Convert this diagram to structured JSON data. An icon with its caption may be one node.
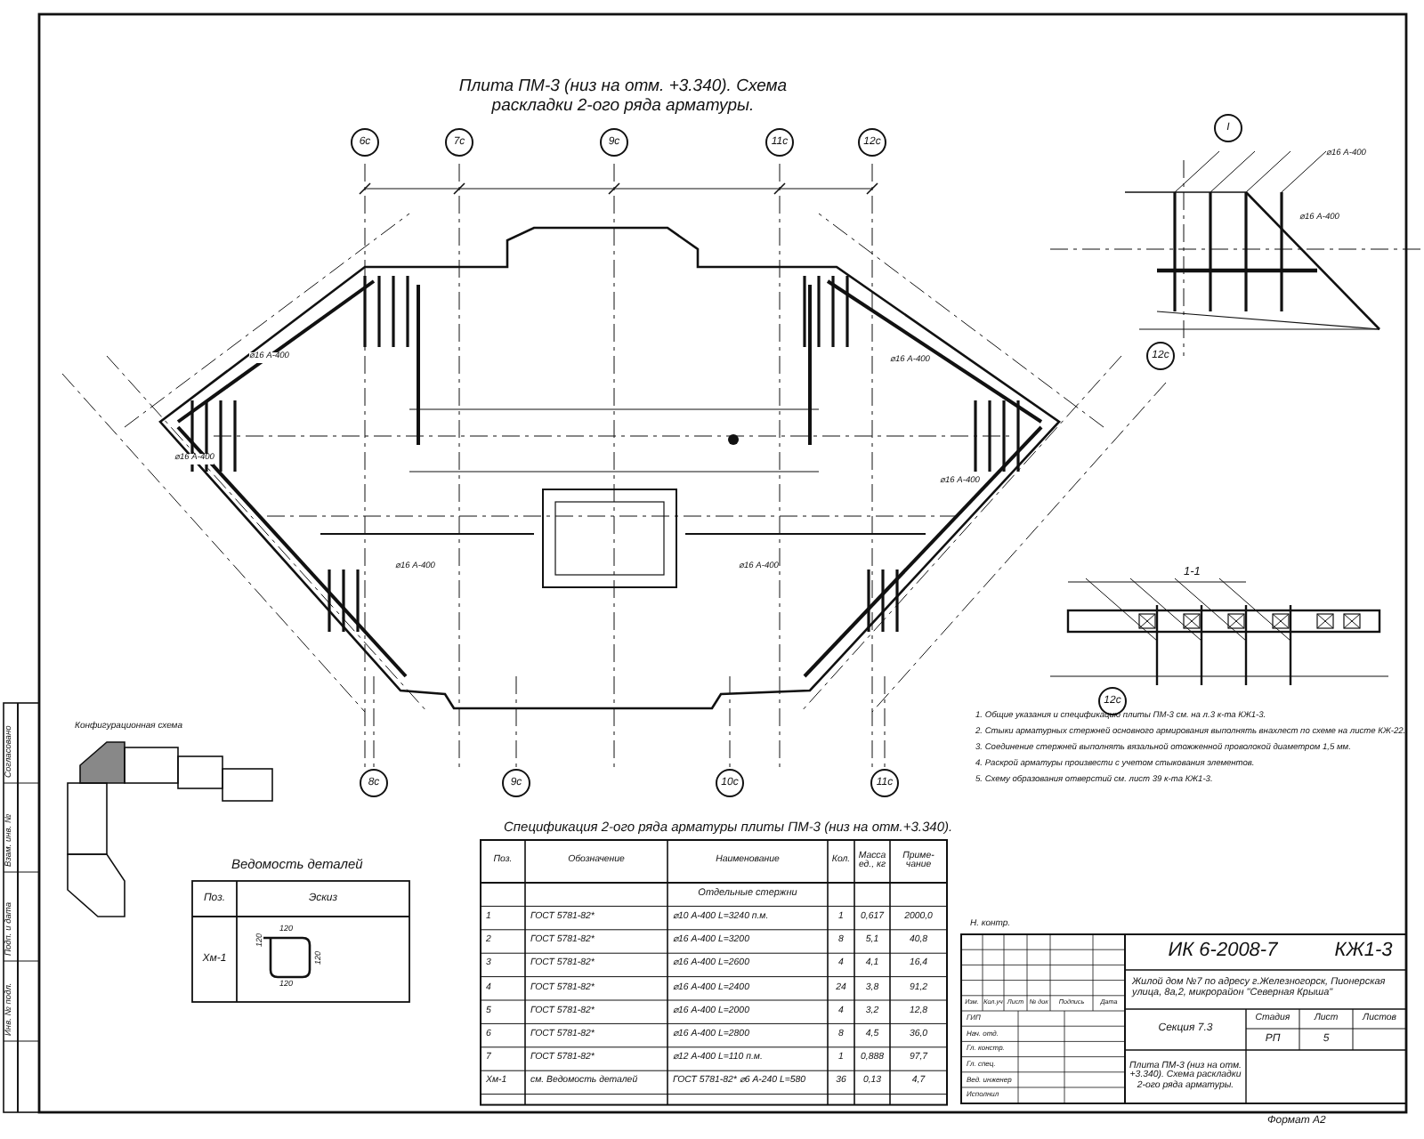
{
  "diagram": {
    "title": "Плита ПМ-3 (низ на отм. +3.340). Схема раскладки 2-ого ряда арматуры.",
    "nodes": [
      {
        "text": [
          "6с"
        ]
      },
      {
        "text": [
          "7с"
        ]
      },
      {
        "text": [
          "9с"
        ]
      },
      {
        "text": [
          "11с"
        ]
      },
      {
        "text": [
          "12с"
        ]
      },
      {
        "text": [
          "8с"
        ]
      },
      {
        "text": [
          "9с"
        ]
      },
      {
        "text": [
          "10с"
        ]
      },
      {
        "text": [
          "11с"
        ]
      },
      {
        "text": [
          "I"
        ]
      },
      {
        "text": [
          "12с"
        ]
      },
      {
        "text": [
          "12с"
        ]
      }
    ],
    "labels": [
      "Спецификация 2-ого ряда арматуры плиты ПМ-3 (низ на отм.+3.340).",
      "Поз.",
      "Обозначение",
      "Наименование",
      "Кол.",
      "Масса ед., кг",
      "Приме-чание",
      "Отдельные стержни",
      "1",
      "ГОСТ 5781-82*",
      "⌀10 А-400 L=3240 п.м.",
      "1",
      "0,617",
      "2000,0",
      "2",
      "ГОСТ 5781-82*",
      "⌀16 А-400 L=3200",
      "8",
      "5,1",
      "40,8",
      "3",
      "ГОСТ 5781-82*",
      "⌀16 А-400 L=2600",
      "4",
      "4,1",
      "16,4",
      "4",
      "ГОСТ 5781-82*",
      "⌀16 А-400 L=2400",
      "24",
      "3,8",
      "91,2",
      "5",
      "ГОСТ 5781-82*",
      "⌀16 А-400 L=2000",
      "4",
      "3,2",
      "12,8",
      "6",
      "ГОСТ 5781-82*",
      "⌀16 А-400 L=2800",
      "8",
      "4,5",
      "36,0",
      "7",
      "ГОСТ 5781-82*",
      "⌀12 А-400 L=110 п.м.",
      "1",
      "0,888",
      "97,7",
      "Хм-1",
      "см. Ведомость деталей",
      "ГОСТ 5781-82* ⌀6 А-240 L=580",
      "36",
      "0,13",
      "4,7",
      "Ведомость деталей",
      "Поз.",
      "Эскиз",
      "Хм-1",
      "120",
      "120",
      "120",
      "120",
      "Конфигурационная схема",
      "1. Общие указания и спецификацию плиты ПМ-3 см. на л.3 к-та КЖ1-3.",
      "2. Стыки арматурных стержней основного армирования выполнять внахлест по схеме на листе КЖ-22.",
      "3. Соединение стержней выполнять вязальной отожженной проволокой диаметром 1,5 мм.",
      "4. Раскрой арматуры произвести с учетом стыкования элементов.",
      "5. Схему образования отверстий см. лист 39 к-та КЖ1-3.",
      "ИК 6-2008-7",
      "КЖ1-3",
      "Жилой дом №7 по адресу г.Железногорск, Пионерская улица, 8а,2, микрорайон \"Северная Крыша\"",
      "Секция 7.3",
      "Стадия",
      "Лист",
      "Листов",
      "РП",
      "5",
      "Плита ПМ-3 (низ на отм. +3.340). Схема раскладки 2-ого ряда арматуры.",
      "Формат А2",
      "Изм.",
      "Кол.уч",
      "Лист",
      "№ док",
      "Подпись",
      "Дата",
      "Н. контр.",
      "ГИП",
      "Нач. отд.",
      "Гл. констр.",
      "Гл. спец.",
      "Вед. инженер",
      "Исполнил",
      "Согласовано",
      "Взам. инв. №",
      "Подп. и дата",
      "Инв. № подл.",
      "1-1",
      "⌀16 А-400",
      "⌀16 А-400",
      "⌀16 А-400",
      "⌀16 А-400",
      "⌀16 А-400",
      "⌀16 А-400",
      "⌀16 А-400",
      "⌀16 А-400"
    ]
  }
}
